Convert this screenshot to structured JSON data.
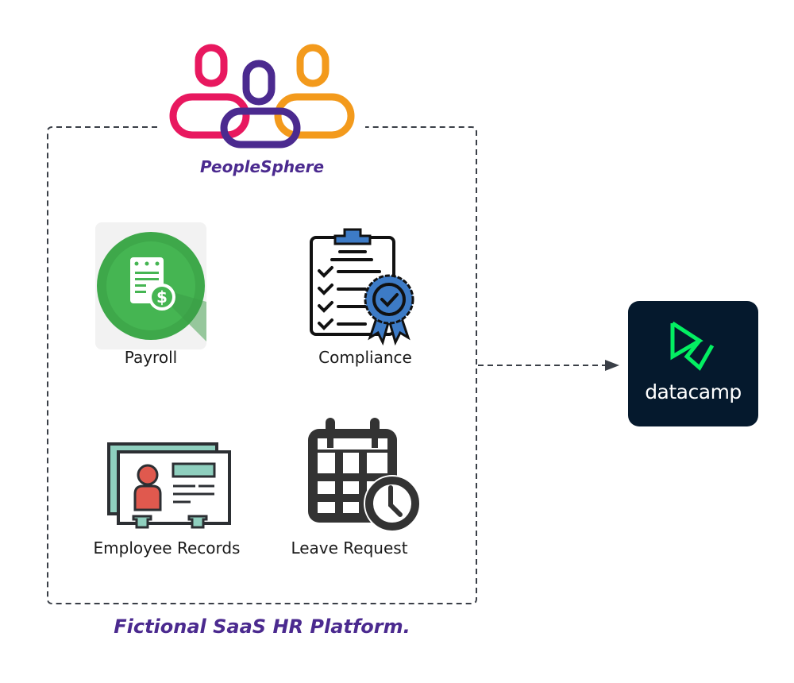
{
  "platform": {
    "name": "PeopleSphere",
    "caption": "Fictional SaaS HR Platform.",
    "logo_icon": "people-chain-logo-icon",
    "brand_color": "#4b2a8f",
    "logo_colors": [
      "#e8185f",
      "#4b2a8f",
      "#f39a1c"
    ]
  },
  "modules": [
    {
      "label": "Payroll",
      "icon": "payroll-icon",
      "color": "#3ea84a"
    },
    {
      "label": "Compliance",
      "icon": "compliance-icon",
      "color": "#3d7bc6"
    },
    {
      "label": "Employee Records",
      "icon": "employee-records-icon",
      "color": "#8fcfbe"
    },
    {
      "label": "Leave Request",
      "icon": "leave-request-icon",
      "color": "#333333"
    }
  ],
  "target": {
    "name": "datacamp",
    "icon": "datacamp-logo-icon",
    "bg_color": "#05192d",
    "accent_color": "#03ef62"
  },
  "connector": {
    "style": "dashed",
    "direction": "platform-to-target",
    "color": "#3a3f47"
  }
}
